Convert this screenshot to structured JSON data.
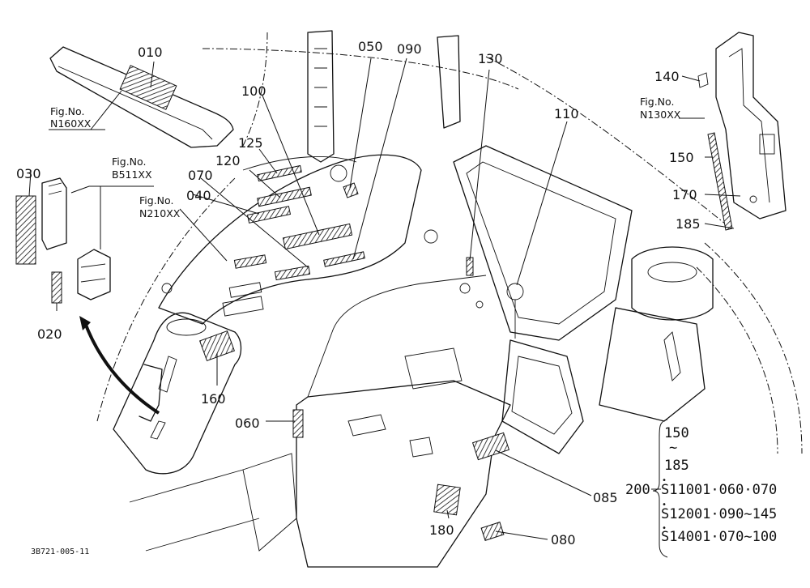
{
  "callouts": {
    "c010": "010",
    "c020": "020",
    "c030": "030",
    "c040": "040",
    "c050": "050",
    "c060": "060",
    "c070": "070",
    "c080": "080",
    "c085": "085",
    "c090": "090",
    "c100": "100",
    "c110": "110",
    "c120": "120",
    "c125": "125",
    "c130": "130",
    "c140": "140",
    "c150": "150",
    "c160": "160",
    "c170": "170",
    "c180": "180",
    "c185": "185",
    "c200": "200"
  },
  "fig_refs": {
    "sun_visor": {
      "label": "Fig.No.",
      "code": "N160XX"
    },
    "switch_panel": {
      "label": "Fig.No.",
      "code": "B511XX"
    },
    "dash_panel": {
      "label": "Fig.No.",
      "code": "N210XX"
    },
    "rear_pillar": {
      "label": "Fig.No.",
      "code": "N130XX"
    }
  },
  "legend": {
    "start": "150",
    "tilde": "~",
    "end": "185",
    "dot": "•",
    "line1": "S11001·060·070",
    "line2": "S12001·090∼145",
    "line3": "S14001·070∼100"
  },
  "drawing_number": "3B721-005-11"
}
